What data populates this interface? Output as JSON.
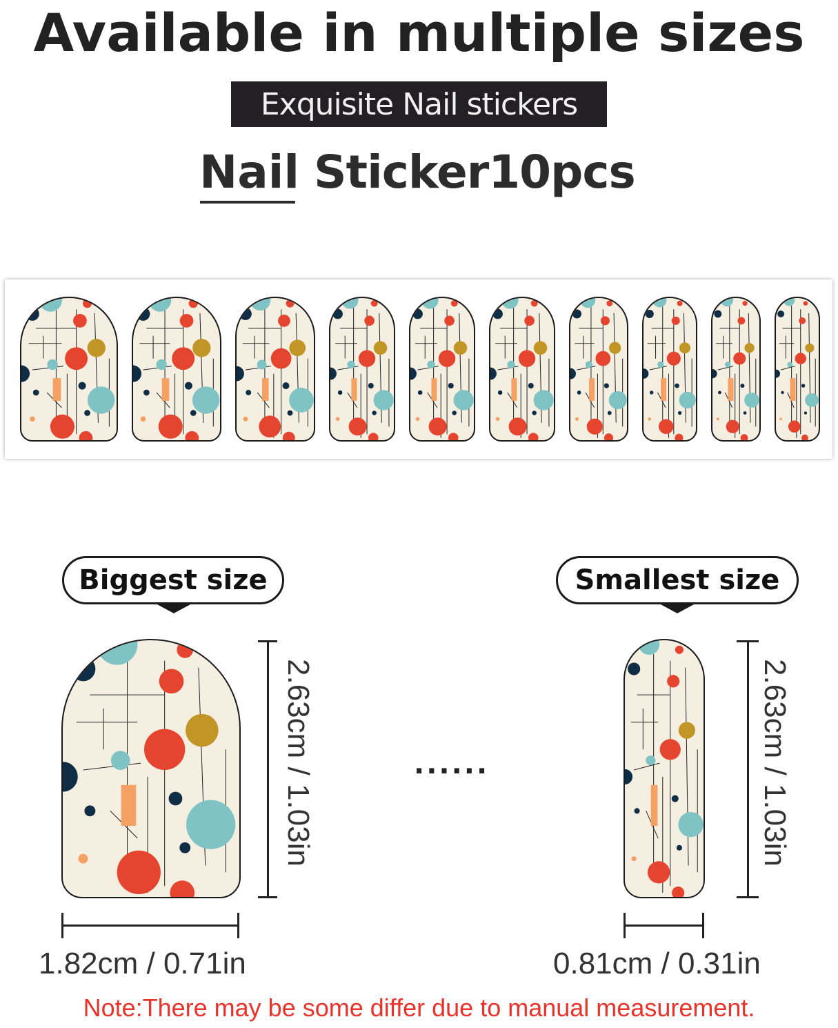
{
  "header": {
    "headline": "Available in multiple sizes",
    "ribbon": "Exquisite Nail stickers",
    "title_word1": "Nail",
    "title_word2": "Sticker10pcs"
  },
  "sizes": {
    "biggest_label": "Biggest size",
    "smallest_label": "Smallest size",
    "biggest_height": "2.63cm / 1.03in",
    "biggest_width": "1.82cm / 0.71in",
    "smallest_height": "2.63cm / 1.03in",
    "smallest_width": "0.81cm / 0.31in",
    "ellipsis": "......"
  },
  "note": "Note:There may be some differ due to manual measurement.",
  "colors": {
    "nail_background": "#f5efe2",
    "red": "#e5452e",
    "teal": "#7fc3c4",
    "mustard": "#c29527",
    "navy": "#0f2d45",
    "orange": "#f4a163",
    "note_red": "#e8322a"
  }
}
